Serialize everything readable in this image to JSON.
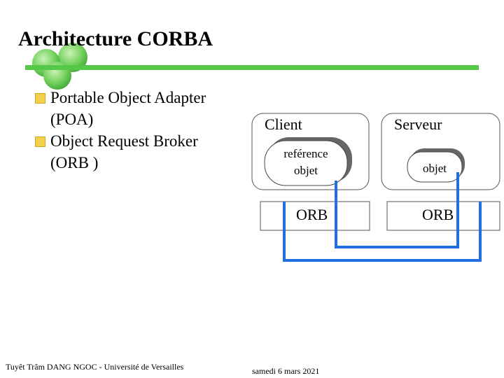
{
  "slide": {
    "title": "Architecture CORBA",
    "bullets": [
      {
        "line1": "Portable Object Adapter",
        "line2": "(POA)"
      },
      {
        "line1": "Object Request Broker",
        "line2": "(ORB )"
      }
    ]
  },
  "diagram": {
    "client": {
      "label": "Client",
      "bubble_line1": "reférence",
      "bubble_line2": "objet",
      "orb_label": "ORB"
    },
    "server": {
      "label": "Serveur",
      "bubble_line1": "objet",
      "orb_label": "ORB"
    }
  },
  "footer": {
    "author": "Tuyêt Trâm DANG NGOC - Université de Versailles",
    "date": "samedi 6 mars 2021"
  },
  "colors": {
    "accent_green": "#55c84a",
    "bullet_yellow": "#f2d24c",
    "link_blue": "#1f6fe0"
  }
}
